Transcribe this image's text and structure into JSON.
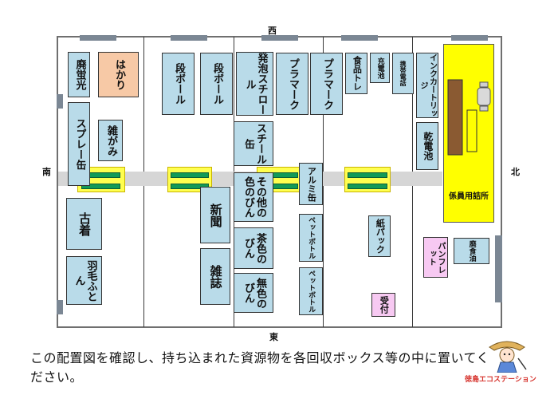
{
  "compass": {
    "west": "西",
    "east": "東",
    "south": "南",
    "north": "北"
  },
  "zones": {
    "z1": {
      "keikoukan": "廃蛍光",
      "hakari": "はかり",
      "spray": "スプレー缶",
      "zatsugami": "雑がみ",
      "furugi": "古着",
      "futon": "羽毛ふとん"
    },
    "z2": {
      "danbooru1": "段ボール",
      "danbooru2": "段ボール",
      "shinbun": "新聞",
      "zasshi": "雑誌"
    },
    "z3": {
      "happou": "発泡スチロール",
      "plamark": "プラマーク",
      "steel": "スチール缶",
      "sonota": "その他の色のびん",
      "chairo": "茶色のびん",
      "mushoku": "無色のびん",
      "aluminium": "アルミ缶",
      "pet1": "ペットボトル",
      "pet2": "ペットボトル"
    },
    "z4": {
      "plamark": "プラマーク",
      "shokuhin": "食品トレ",
      "juuden": "充電池",
      "keitai": "携帯電話",
      "kamipack": "紙パック",
      "uketsuke": "受付"
    },
    "z5": {
      "ink": "インクカートリッジ",
      "kandenchi": "乾電池",
      "staff": "係員用詰所",
      "pamphlet": "パンフレット",
      "haishokuyu": "廃食油"
    }
  },
  "caption": "この配置図を確認し、持ち込まれた資源物を各回収ボックス等の中に置いてください。",
  "brand": "徳島エコステーション",
  "colors": {
    "box": "#b9dbe9",
    "orange": "#f7c9a6",
    "pink": "#f7c9f2",
    "yellow": "#ffff00",
    "green": "#129a57"
  }
}
